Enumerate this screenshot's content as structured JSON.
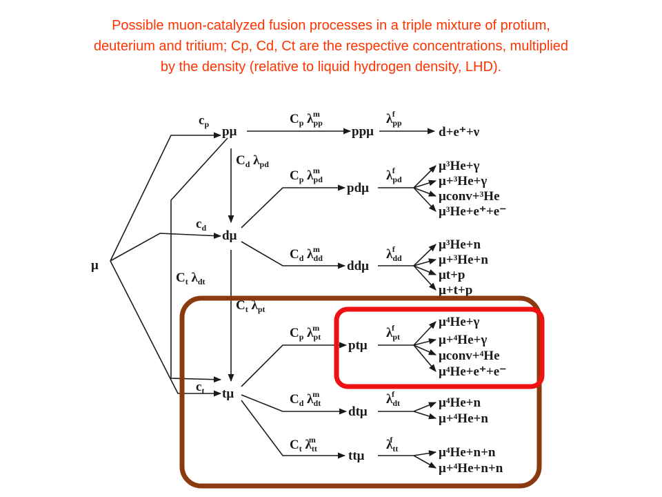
{
  "title": {
    "line1": "Possible muon-catalyzed fusion processes in a triple mixture of protium,",
    "line2": "deuterium and tritium; Cp, Cd, Ct are the respective concentrations, multiplied",
    "line3": "by the density (relative to liquid hydrogen density, LHD)."
  },
  "diagram": {
    "root": "μ",
    "atoms": {
      "p": "pμ",
      "d": "dμ",
      "t": "tμ"
    },
    "molecules": {
      "pp": "ppμ",
      "pd": "pdμ",
      "dd": "ddμ",
      "pt": "ptμ",
      "dt": "dtμ",
      "tt": "ttμ"
    },
    "products": {
      "pp": [
        "d+e⁺+ν"
      ],
      "pd": [
        "μ³He+γ",
        "μ+³He+γ",
        "μconv+³He",
        "μ³He+e⁺+e⁻"
      ],
      "dd": [
        "μ³He+n",
        "μ+³He+n",
        "μt+p",
        "μ+t+p"
      ],
      "pt": [
        "μ⁴He+γ",
        "μ+⁴He+γ",
        "μconv+⁴He",
        "μ⁴He+e⁺+e⁻"
      ],
      "dt": [
        "μ⁴He+n",
        "μ+⁴He+n"
      ],
      "tt": [
        "μ⁴He+n+n",
        "μ+⁴He+n+n"
      ]
    },
    "highlight_colors": {
      "outer_box": "#8b3a0e",
      "inner_box": "#ee1111",
      "title": "#ff3300"
    }
  }
}
